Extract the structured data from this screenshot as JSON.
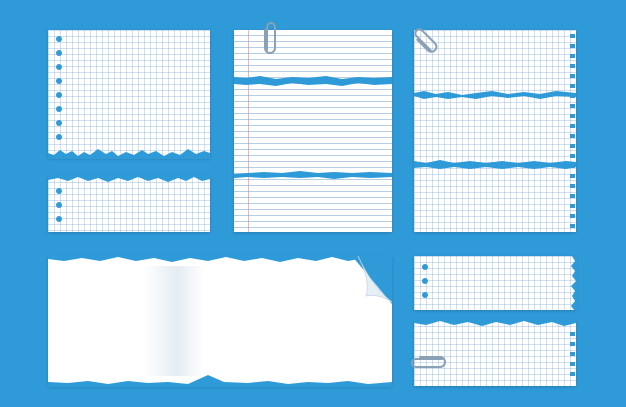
{
  "colors": {
    "background": "#2f9ad8",
    "paper": "#ffffff",
    "grid_line": "#a9c6e2",
    "margin_line": "#e08a94"
  },
  "icons": [
    "paperclip-icon",
    "page-curl-icon"
  ],
  "pieces": [
    {
      "name": "grid-paper-top-left",
      "ruling": "grid",
      "holes": "left"
    },
    {
      "name": "grid-paper-strip-left",
      "ruling": "grid",
      "holes": "left"
    },
    {
      "name": "lined-paper-center",
      "ruling": "lined",
      "torn_strips": 2,
      "clip": true
    },
    {
      "name": "grid-paper-right",
      "ruling": "grid",
      "holes": "right-square",
      "torn_strips": 2,
      "clip": true
    },
    {
      "name": "blank-torn-paper-bottom",
      "ruling": "blank",
      "curled_corner": true
    },
    {
      "name": "grid-paper-small-top-right",
      "ruling": "grid",
      "holes": "left"
    },
    {
      "name": "grid-paper-small-bottom-right",
      "ruling": "grid",
      "holes": "right-square",
      "clip": true
    }
  ]
}
